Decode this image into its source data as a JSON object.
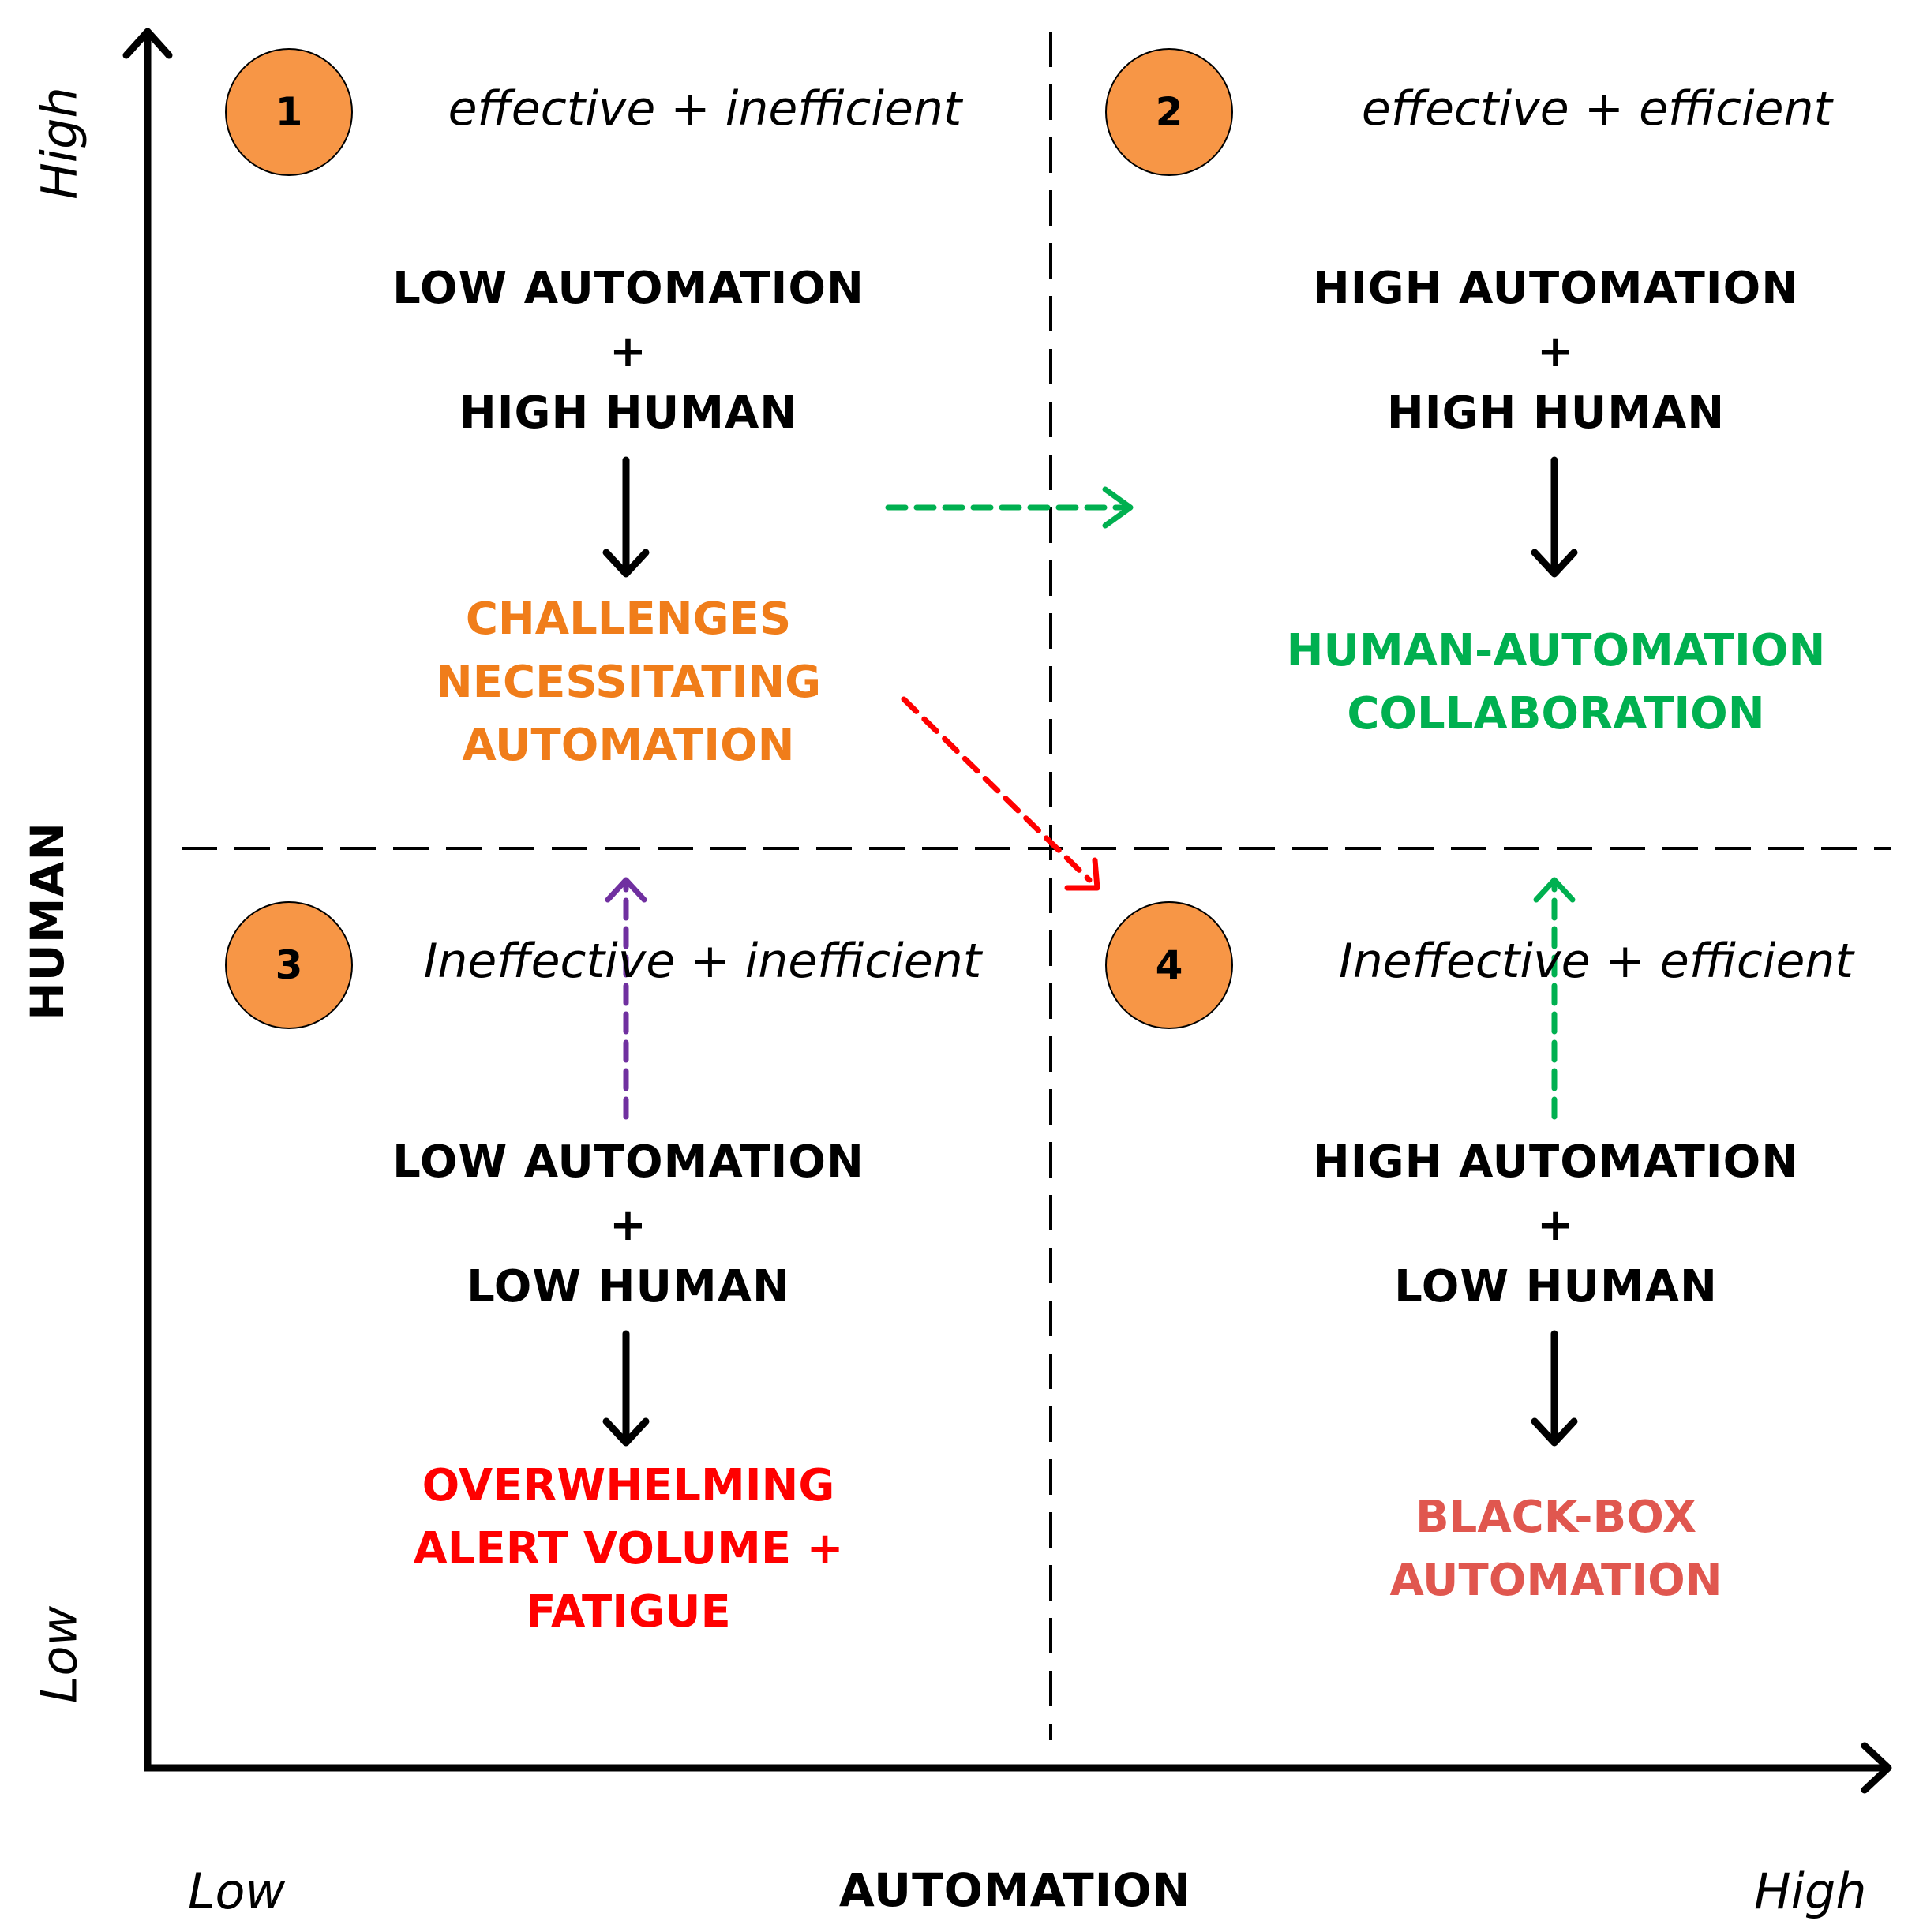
{
  "axes": {
    "y_title": "HUMAN",
    "y_high": "High",
    "y_low": "Low",
    "x_title": "AUTOMATION",
    "x_low": "Low",
    "x_high": "High"
  },
  "quadrants": [
    {
      "number": "1",
      "descriptor": "effective + inefficient",
      "line1": "LOW AUTOMATION",
      "plus": "+",
      "line2": "HIGH HUMAN",
      "outcome": [
        "CHALLENGES",
        "NECESSITATING",
        "AUTOMATION"
      ],
      "outcome_color": "#F07D1A"
    },
    {
      "number": "2",
      "descriptor": "effective + efficient",
      "line1": "HIGH AUTOMATION",
      "plus": "+",
      "line2": "HIGH HUMAN",
      "outcome": [
        "HUMAN-AUTOMATION",
        "COLLABORATION"
      ],
      "outcome_color": "#00B050"
    },
    {
      "number": "3",
      "descriptor": "Ineffective + inefficient",
      "line1": "LOW AUTOMATION",
      "plus": "+",
      "line2": "LOW HUMAN",
      "outcome": [
        "OVERWHELMING",
        "ALERT VOLUME +",
        "FATIGUE"
      ],
      "outcome_color": "#FF0000"
    },
    {
      "number": "4",
      "descriptor": "Ineffective + efficient",
      "line1": "HIGH AUTOMATION",
      "plus": "+",
      "line2": "LOW HUMAN",
      "outcome": [
        "BLACK-BOX",
        "AUTOMATION"
      ],
      "outcome_color": "#E0574F"
    }
  ],
  "colors": {
    "badge_fill": "#F79646",
    "arrow_green": "#00B050",
    "arrow_red": "#FF0000",
    "arrow_purple": "#7030A0",
    "divider": "#000000"
  }
}
